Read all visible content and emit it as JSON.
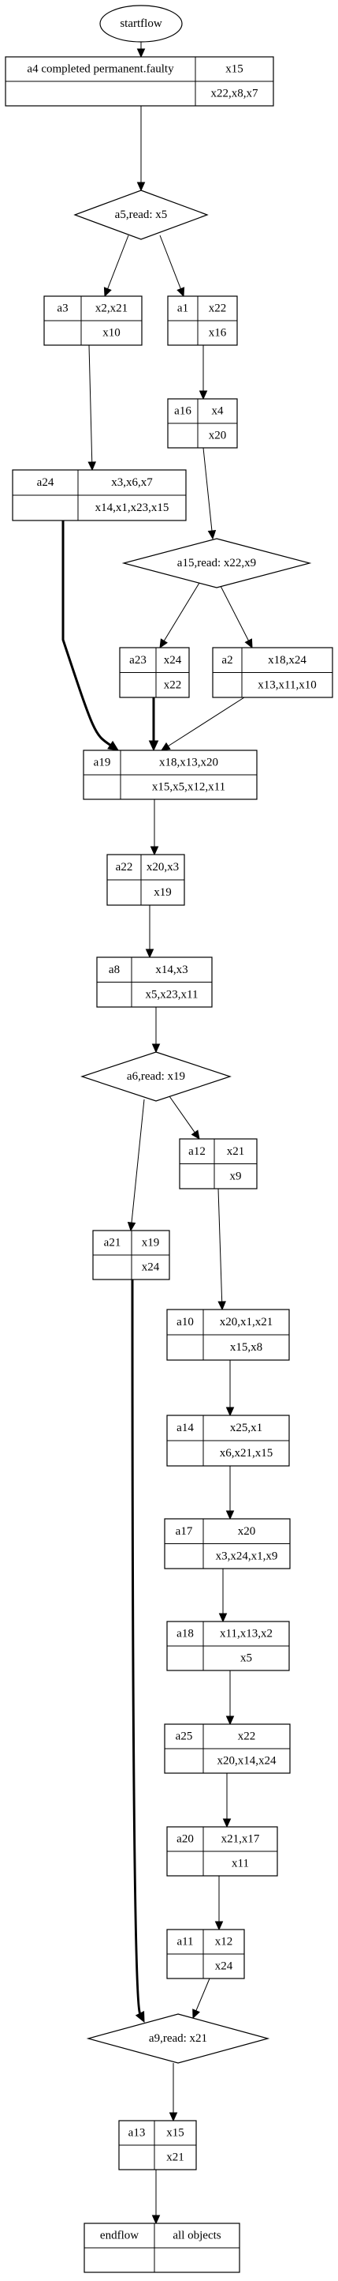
{
  "nodes": {
    "start": {
      "kind": "ellipse",
      "label": "startflow"
    },
    "a4": {
      "kind": "table",
      "id": "a4 completed permanent.faulty",
      "top": "x15",
      "bottom": "x22,x8,x7"
    },
    "d_a5": {
      "kind": "diamond",
      "label": "a5,read: x5"
    },
    "a3": {
      "kind": "table",
      "id": "a3",
      "top": "x2,x21",
      "bottom": "x10"
    },
    "a1": {
      "kind": "table",
      "id": "a1",
      "top": "x22",
      "bottom": "x16"
    },
    "a16": {
      "kind": "table",
      "id": "a16",
      "top": "x4",
      "bottom": "x20"
    },
    "a24": {
      "kind": "table",
      "id": "a24",
      "top": "x3,x6,x7",
      "bottom": "x14,x1,x23,x15"
    },
    "d_a15": {
      "kind": "diamond",
      "label": "a15,read: x22,x9"
    },
    "a23": {
      "kind": "table",
      "id": "a23",
      "top": "x24",
      "bottom": "x22"
    },
    "a2": {
      "kind": "table",
      "id": "a2",
      "top": "x18,x24",
      "bottom": "x13,x11,x10"
    },
    "a19": {
      "kind": "table",
      "id": "a19",
      "top": "x18,x13,x20",
      "bottom": "x15,x5,x12,x11"
    },
    "a22": {
      "kind": "table",
      "id": "a22",
      "top": "x20,x3",
      "bottom": "x19"
    },
    "a8": {
      "kind": "table",
      "id": "a8",
      "top": "x14,x3",
      "bottom": "x5,x23,x11"
    },
    "d_a6": {
      "kind": "diamond",
      "label": "a6,read: x19"
    },
    "a12": {
      "kind": "table",
      "id": "a12",
      "top": "x21",
      "bottom": "x9"
    },
    "a21": {
      "kind": "table",
      "id": "a21",
      "top": "x19",
      "bottom": "x24"
    },
    "a10": {
      "kind": "table",
      "id": "a10",
      "top": "x20,x1,x21",
      "bottom": "x15,x8"
    },
    "a14": {
      "kind": "table",
      "id": "a14",
      "top": "x25,x1",
      "bottom": "x6,x21,x15"
    },
    "a17": {
      "kind": "table",
      "id": "a17",
      "top": "x20",
      "bottom": "x3,x24,x1,x9"
    },
    "a18": {
      "kind": "table",
      "id": "a18",
      "top": "x11,x13,x2",
      "bottom": "x5"
    },
    "a25": {
      "kind": "table",
      "id": "a25",
      "top": "x22",
      "bottom": "x20,x14,x24"
    },
    "a20": {
      "kind": "table",
      "id": "a20",
      "top": "x21,x17",
      "bottom": "x11"
    },
    "a11": {
      "kind": "table",
      "id": "a11",
      "top": "x12",
      "bottom": "x24"
    },
    "d_a9": {
      "kind": "diamond",
      "label": "a9,read: x21"
    },
    "a13": {
      "kind": "table",
      "id": "a13",
      "top": "x15",
      "bottom": "x21"
    },
    "end": {
      "kind": "table",
      "id": "endflow",
      "top": "all objects",
      "bottom": ""
    }
  },
  "edges": [
    {
      "from": "start",
      "to": "a4",
      "bold": false
    },
    {
      "from": "a4",
      "to": "d_a5",
      "bold": false
    },
    {
      "from": "d_a5",
      "to": "a3",
      "bold": false
    },
    {
      "from": "d_a5",
      "to": "a1",
      "bold": false
    },
    {
      "from": "a3",
      "to": "a24",
      "bold": false
    },
    {
      "from": "a1",
      "to": "a16",
      "bold": false
    },
    {
      "from": "a16",
      "to": "d_a15",
      "bold": false
    },
    {
      "from": "d_a15",
      "to": "a23",
      "bold": false
    },
    {
      "from": "d_a15",
      "to": "a2",
      "bold": false
    },
    {
      "from": "a24",
      "to": "a19",
      "bold": true
    },
    {
      "from": "a23",
      "to": "a19",
      "bold": true
    },
    {
      "from": "a2",
      "to": "a19",
      "bold": false
    },
    {
      "from": "a19",
      "to": "a22",
      "bold": false
    },
    {
      "from": "a22",
      "to": "a8",
      "bold": false
    },
    {
      "from": "a8",
      "to": "d_a6",
      "bold": false
    },
    {
      "from": "d_a6",
      "to": "a12",
      "bold": false
    },
    {
      "from": "d_a6",
      "to": "a21",
      "bold": false
    },
    {
      "from": "a12",
      "to": "a10",
      "bold": false
    },
    {
      "from": "a10",
      "to": "a14",
      "bold": false
    },
    {
      "from": "a14",
      "to": "a17",
      "bold": false
    },
    {
      "from": "a17",
      "to": "a18",
      "bold": false
    },
    {
      "from": "a18",
      "to": "a25",
      "bold": false
    },
    {
      "from": "a25",
      "to": "a20",
      "bold": false
    },
    {
      "from": "a20",
      "to": "a11",
      "bold": false
    },
    {
      "from": "a21",
      "to": "d_a9",
      "bold": true
    },
    {
      "from": "a11",
      "to": "d_a9",
      "bold": false
    },
    {
      "from": "d_a9",
      "to": "a13",
      "bold": false
    },
    {
      "from": "a13",
      "to": "end",
      "bold": false
    }
  ]
}
